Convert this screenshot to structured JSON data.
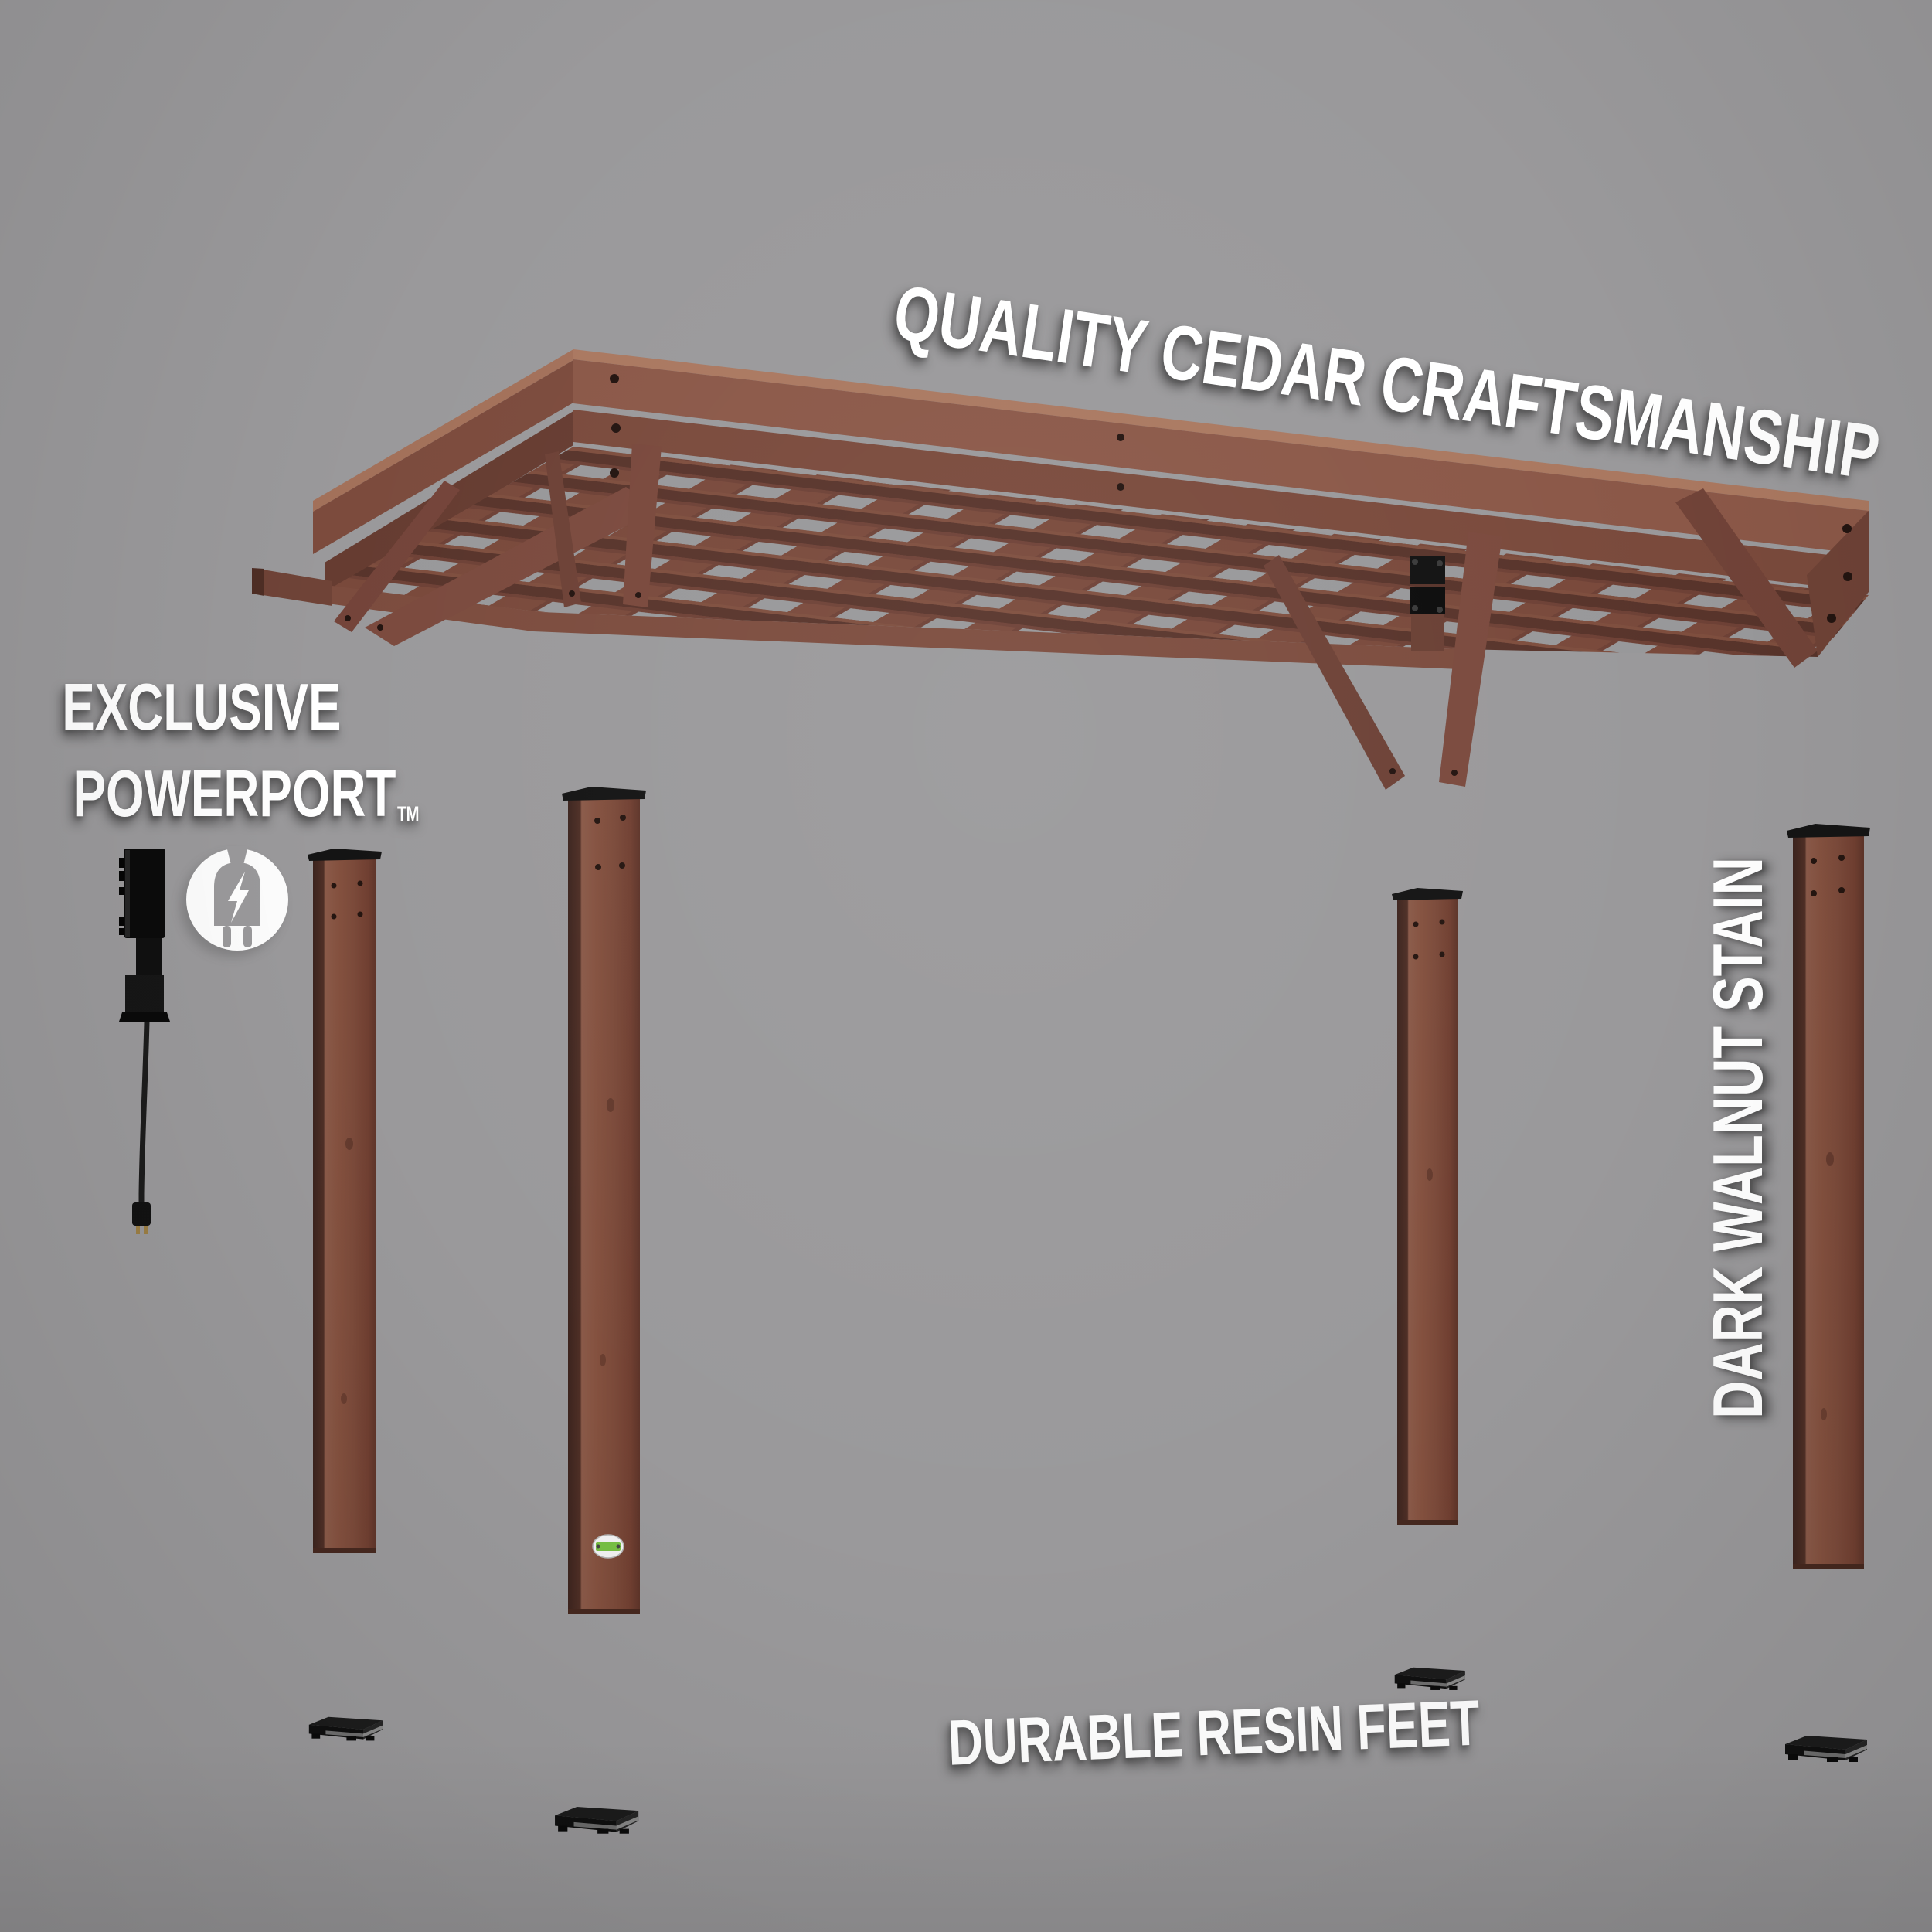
{
  "scene": {
    "type": "exploded product diagram of a wooden pergola kit",
    "background_color": "#9a999b",
    "wood_color": "#84503f",
    "wood_dark_color": "#553329",
    "wood_highlight_color": "#a3715a",
    "hardware_black": "#141414",
    "badge_green": "#77c043",
    "text_color": "#ffffff"
  },
  "annotations": {
    "top_label": "QUALITY CEDAR CRAFTSMANSHIP",
    "powerport_line1": "EXCLUSIVE",
    "powerport_line2": "POWERPORT",
    "powerport_trademark": "TM",
    "stain_label": "DARK WALNUT STAIN",
    "feet_label": "DURABLE RESIN FEET"
  },
  "icons": [
    {
      "name": "plug-lightning-icon",
      "meaning": "electrical power port with lightning bolt inside plug"
    }
  ],
  "parts": {
    "roof_panel_count": 1,
    "post_count": 4,
    "resin_foot_count": 4,
    "powerport_device_count": 1,
    "power_plug_count": 1
  }
}
